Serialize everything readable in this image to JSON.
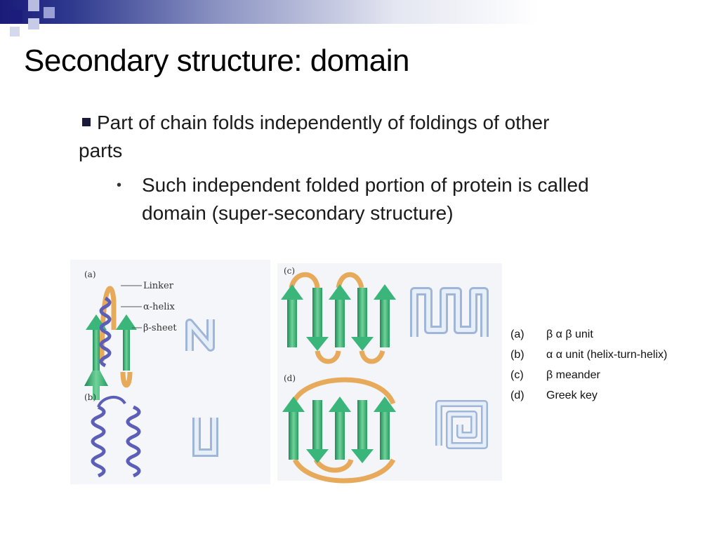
{
  "title": "Secondary structure: domain",
  "bullets": {
    "level1": "Part of chain folds independently of foldings of other parts",
    "level2": "Such independent folded portion of protein is called domain (super-secondary structure)"
  },
  "figure": {
    "panel_labels": [
      "(a)",
      "(b)",
      "(c)",
      "(d)"
    ],
    "annotations": [
      "Linker",
      "α-helix",
      "β-sheet"
    ]
  },
  "legend": [
    {
      "key": "(a)",
      "text": "β α β unit"
    },
    {
      "key": "(b)",
      "text": "α α  unit (helix-turn-helix)"
    },
    {
      "key": "(c)",
      "text": "β  meander"
    },
    {
      "key": "(d)",
      "text": "Greek key"
    }
  ],
  "colors": {
    "band_dark": "#1a1a78",
    "strand_green": "#3bb67a",
    "linker_orange": "#e7a95a",
    "helix_purple": "#5b5fb8",
    "topology_blue": "#b9cde6"
  }
}
